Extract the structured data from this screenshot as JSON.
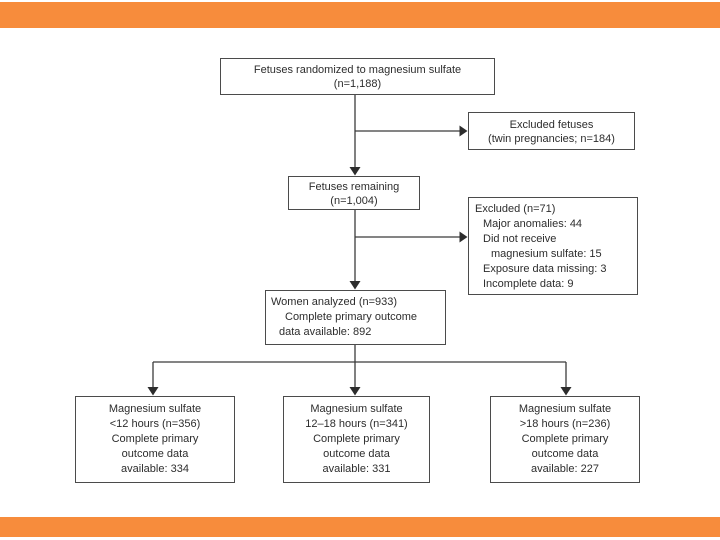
{
  "theme": {
    "accent_orange": "#F78C3C",
    "box_border": "#4b4b4b",
    "text_color": "#2d2d2d",
    "connector_color": "#3b3b3b"
  },
  "flowchart": {
    "randomized": {
      "lines": [
        "Fetuses randomized to magnesium sulfate",
        "(n=1,188)"
      ]
    },
    "excluded_fetuses": {
      "lines": [
        "Excluded fetuses",
        "(twin pregnancies; n=184)"
      ]
    },
    "remaining": {
      "lines": [
        "Fetuses remaining",
        "(n=1,004)"
      ]
    },
    "excluded_71": {
      "lines": [
        "Excluded (n=71)",
        "Major anomalies: 44",
        "Did not receive",
        "magnesium sulfate: 15",
        "Exposure data missing: 3",
        "Incomplete data: 9"
      ]
    },
    "analyzed": {
      "lines": [
        "Women analyzed (n=933)",
        "Complete primary outcome",
        "data available: 892"
      ]
    },
    "group_lt12": {
      "lines": [
        "Magnesium sulfate",
        "<12 hours (n=356)",
        "Complete primary",
        "outcome data",
        "available: 334"
      ]
    },
    "group_12_18": {
      "lines": [
        "Magnesium sulfate",
        "12–18 hours (n=341)",
        "Complete primary",
        "outcome data",
        "available: 331"
      ]
    },
    "group_gt18": {
      "lines": [
        "Magnesium sulfate",
        ">18 hours (n=236)",
        "Complete primary",
        "outcome data",
        "available: 227"
      ]
    }
  }
}
